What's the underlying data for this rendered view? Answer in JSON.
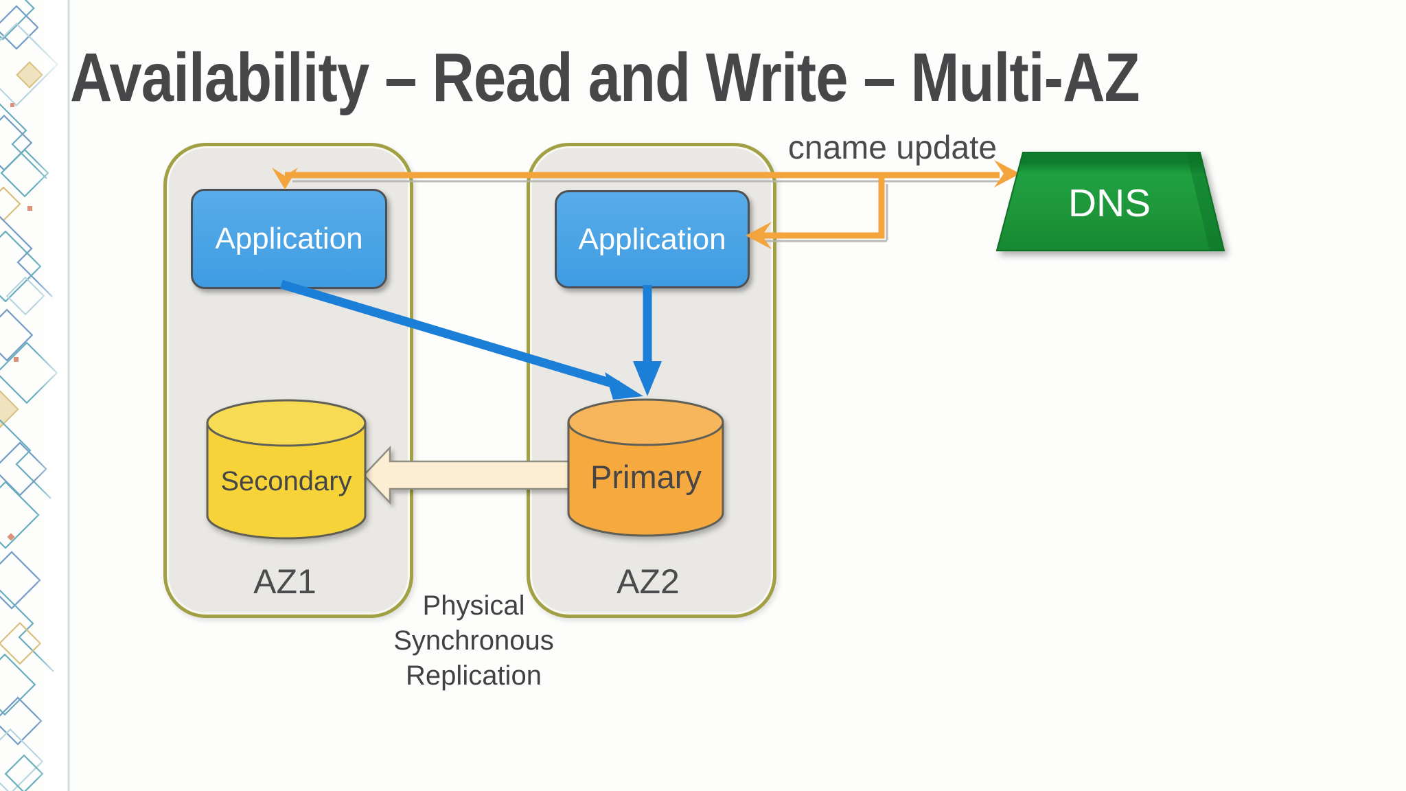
{
  "slide": {
    "title": "Availability – Read and Write – Multi-AZ",
    "colors": {
      "title_gray": "#47474a",
      "az_fill": "#e9e8e5",
      "az_border_olive": "#a1a045",
      "application_blue": "#47a3e7",
      "arrow_blue": "#1b7ed7",
      "connector_orange": "#f3a43d",
      "dns_green": "#1f9b3a",
      "secondary_yellow": "#f6d338",
      "primary_amber": "#f5a93f",
      "replication_cream": "#fceed2"
    }
  },
  "diagram": {
    "zones": [
      {
        "label": "AZ1"
      },
      {
        "label": "AZ2"
      }
    ],
    "applications": [
      {
        "label": "Application"
      },
      {
        "label": "Application"
      }
    ],
    "databases": [
      {
        "label": "Secondary"
      },
      {
        "label": "Primary"
      }
    ],
    "dns": {
      "label": "DNS"
    },
    "annotations": {
      "cname": "cname update",
      "replication_lines": [
        "Physical",
        "Synchronous",
        "Replication"
      ]
    }
  }
}
